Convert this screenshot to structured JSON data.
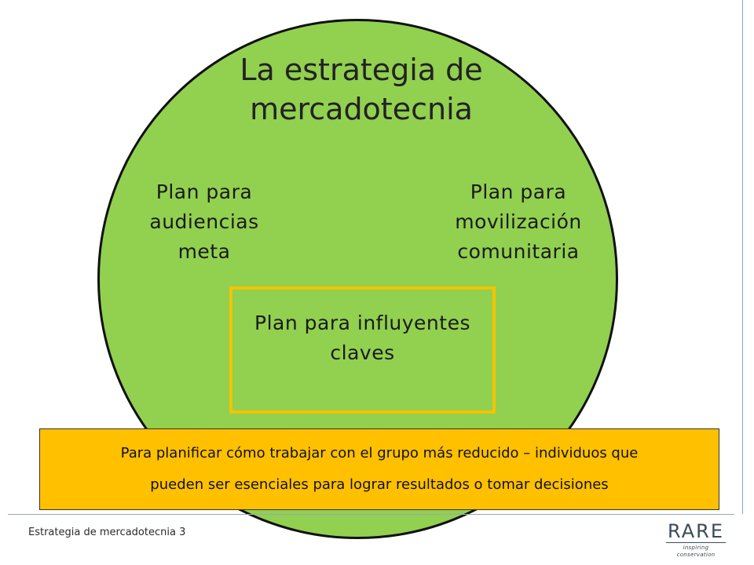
{
  "slide": {
    "title": "La estrategia de mercadotecnia",
    "plans": {
      "left": "Plan para audiencias meta",
      "right": "Plan para movilización comunitaria",
      "center": "Plan para influyentes claves"
    },
    "callout": {
      "line1": "Para planificar cómo trabajar con el grupo más reducido – individuos que",
      "line2": "pueden ser esenciales para lograr resultados o tomar decisiones"
    }
  },
  "footer": {
    "text": "Estrategia de mercadotecnia 3",
    "logo": {
      "name": "RARE",
      "tagline": "inspiring conservation"
    }
  },
  "colors": {
    "circle_fill": "#92d050",
    "highlight_border": "#f5c400",
    "callout_fill": "#ffc000"
  }
}
